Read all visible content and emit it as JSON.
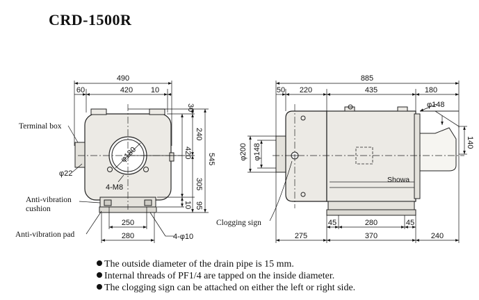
{
  "title": "CRD-1500R",
  "front_view": {
    "dims": {
      "overall_width": "490",
      "left_offset": "60",
      "center_width": "420",
      "right_offset": "10",
      "top_offset": "30",
      "upper_height": "240",
      "body_height": "420",
      "overall_height": "545",
      "lower_height": "305",
      "bottom_offset": "10",
      "base_height": "95",
      "inner_base": "250",
      "base_width": "280",
      "bolt_holes": "4-φ10",
      "opening_dia": "φ180",
      "inlet_dia": "φ22",
      "mount_bolts": "4-M8"
    },
    "labels": {
      "terminal_box": "Terminal box",
      "anti_vibration_cushion_1": "Anti-vibration",
      "anti_vibration_cushion_2": "cushion",
      "anti_vibration_pad": "Anti-vibration pad"
    }
  },
  "side_view": {
    "dims": {
      "overall_length": "885",
      "d50": "50",
      "d220": "220",
      "d435": "435",
      "d180": "180",
      "d148_top": "φ148",
      "d140": "140",
      "d200": "φ200",
      "d148_left": "φ148",
      "d45_left": "45",
      "d280": "280",
      "d45_right": "45",
      "d275": "275",
      "d370": "370",
      "d240": "240"
    },
    "labels": {
      "brand": "Showa",
      "clogging_sign": "Clogging sign"
    }
  },
  "notes": [
    "The outside diameter of the drain pipe is 15 mm.",
    "Internal threads of PF1/4 are tapped on the inside diameter.",
    "The clogging sign can be attached on either the left or right side."
  ]
}
